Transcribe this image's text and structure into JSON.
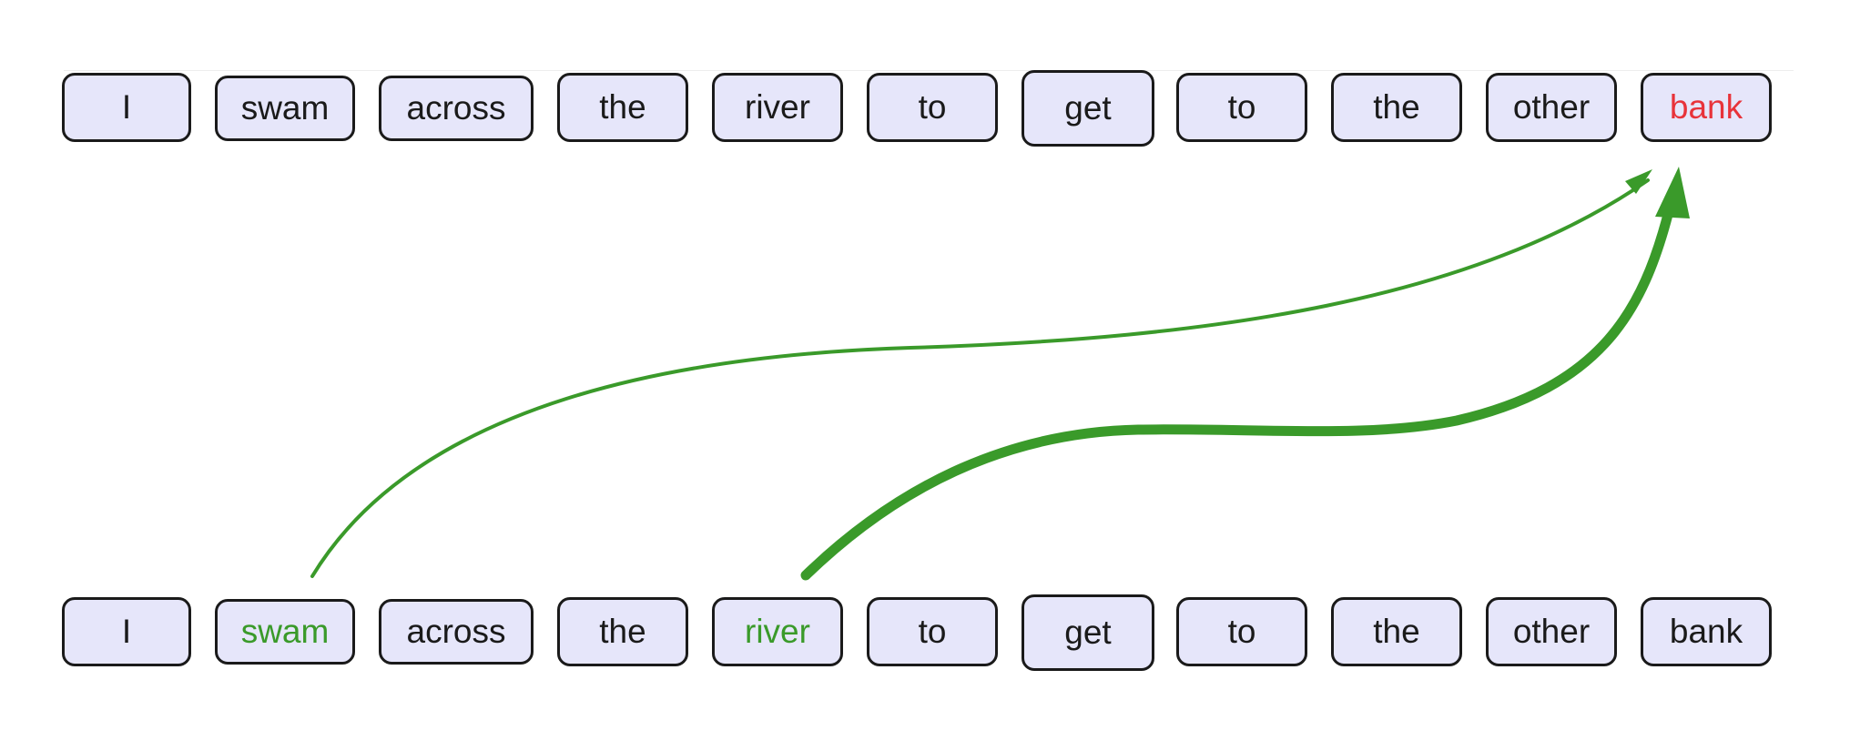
{
  "query_row": {
    "tokens": [
      "I",
      "swam",
      "across",
      "the",
      "river",
      "to",
      "get",
      "to",
      "the",
      "other",
      "bank"
    ],
    "highlighted_token": "bank",
    "highlight_color": "#e8333a"
  },
  "key_row": {
    "tokens": [
      "I",
      "swam",
      "across",
      "the",
      "river",
      "to",
      "get",
      "to",
      "the",
      "other",
      "bank"
    ],
    "highlighted_tokens": [
      "swam",
      "river"
    ],
    "highlight_color": "#3a9a2a"
  },
  "attention_arrows": [
    {
      "from": "swam",
      "to": "bank",
      "weight": "thin"
    },
    {
      "from": "river",
      "to": "bank",
      "weight": "thick"
    }
  ],
  "colors": {
    "token_fill": "#e6e6fa",
    "token_border": "#1a1a1a",
    "arrow": "#3a9a2a"
  }
}
